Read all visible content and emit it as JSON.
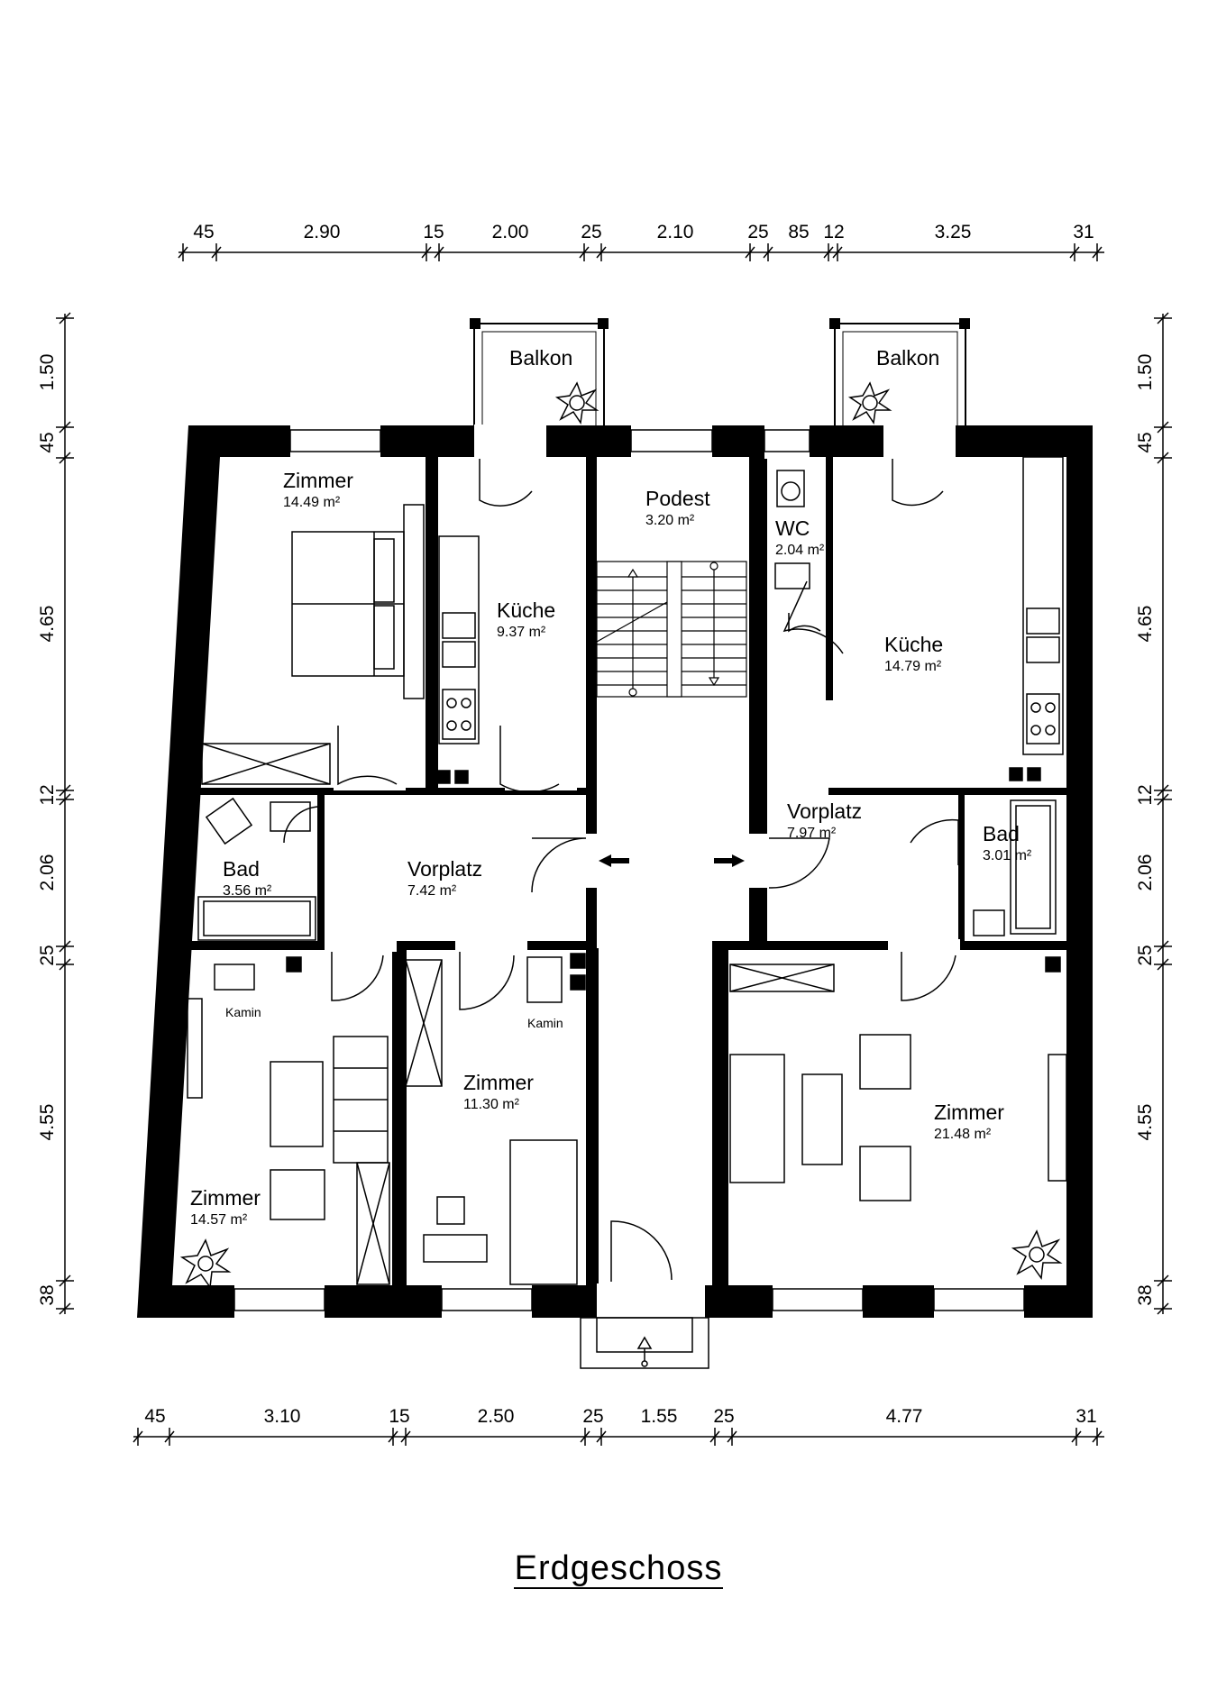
{
  "title": "Erdgeschoss",
  "dimensions": {
    "top": [
      "45",
      "2.90",
      "15",
      "2.00",
      "25",
      "2.10",
      "25",
      "85",
      "12",
      "3.25",
      "31"
    ],
    "bottom": [
      "45",
      "3.10",
      "15",
      "2.50",
      "25",
      "1.55",
      "25",
      "4.77",
      "31"
    ],
    "left": [
      "1.50",
      "45",
      "4.65",
      "12",
      "2.06",
      "25",
      "4.55",
      "38"
    ],
    "right": [
      "1.50",
      "45",
      "4.65",
      "12",
      "2.06",
      "25",
      "4.55",
      "38"
    ]
  },
  "rooms": [
    {
      "name": "Balkon",
      "area": ""
    },
    {
      "name": "Balkon",
      "area": ""
    },
    {
      "name": "Zimmer",
      "area": "14.49 m²"
    },
    {
      "name": "Küche",
      "area": "9.37 m²"
    },
    {
      "name": "Podest",
      "area": "3.20 m²"
    },
    {
      "name": "WC",
      "area": "2.04 m²"
    },
    {
      "name": "Küche",
      "area": "14.79 m²"
    },
    {
      "name": "Bad",
      "area": "3.56 m²"
    },
    {
      "name": "Vorplatz",
      "area": "7.42 m²"
    },
    {
      "name": "Vorplatz",
      "area": "7.97 m²"
    },
    {
      "name": "Bad",
      "area": "3.01 m²"
    },
    {
      "name": "Zimmer",
      "area": "14.57 m²"
    },
    {
      "name": "Zimmer",
      "area": "11.30 m²"
    },
    {
      "name": "Zimmer",
      "area": "21.48 m²"
    }
  ],
  "labels": {
    "kamin_1": "Kamin",
    "kamin_2": "Kamin"
  }
}
